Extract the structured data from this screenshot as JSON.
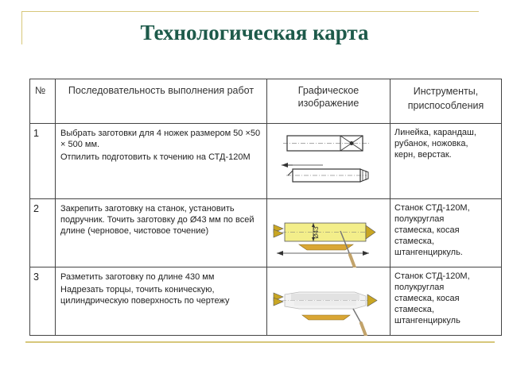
{
  "title": "Технологическая карта",
  "table": {
    "headers": {
      "num": "№",
      "sequence": "Последовательность выполнения работ",
      "graphic": "Графическое изображение",
      "tools_line1": "Инструменты,",
      "tools_line2": "приспособления"
    },
    "rows": [
      {
        "num": "1",
        "step_lines": [
          "Выбрать заготовки для 4 ножек размером 50 ×50 × 500 мм.",
          "Отпилить подготовить к точению на СТД-120М"
        ],
        "tools": [
          "Линейка, карандаш,",
          "рубанок, ножовка,",
          "керн, верстак."
        ]
      },
      {
        "num": "2",
        "step_lines": [
          "Закрепить заготовку на станок, установить подручник. Точить заготовку до Ø43 мм по всей длине (черновое, чистовое точение)"
        ],
        "diagram_label": "Ø43",
        "tools": [
          "Станок СТД-120М,",
          "полукруглая",
          "стамеска, косая",
          "стамеска,",
          "штангенциркуль."
        ]
      },
      {
        "num": "3",
        "step_lines": [
          "Разметить заготовку по длине 430 мм",
          "Надрезать торцы, точить коническую, цилиндрическую поверхность по чертежу"
        ],
        "tools": [
          "Станок СТД-120М,",
          "полукруглая",
          "стамеска, косая",
          "стамеска,",
          "штангенциркуль"
        ]
      }
    ]
  },
  "colors": {
    "title": "#1d5a4a",
    "frame": "#d7c77a",
    "workpiece": "#f3ee8a",
    "center": "#c9a623",
    "rest": "#d9a634"
  }
}
